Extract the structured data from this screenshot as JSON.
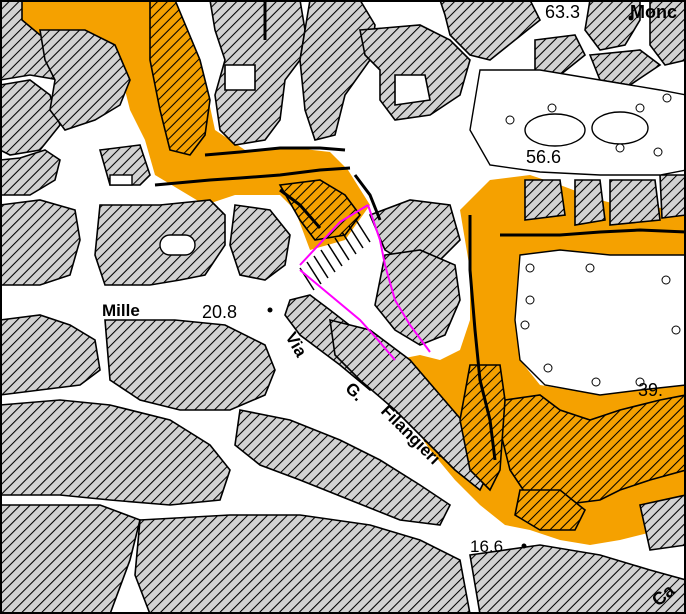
{
  "map": {
    "labels": {
      "mille": "Mille",
      "street_via": "Via",
      "street_g": "G.",
      "street_name": "Filangieri",
      "top_right_word": "Monc",
      "bottom_right_word": "Ca"
    },
    "elevations": {
      "e_63_3": "63.3",
      "e_56_6": "56.6",
      "e_20_8": "20.8",
      "e_39": "39.",
      "e_16_6": "16.6"
    },
    "colors": {
      "background": "#ffffff",
      "building_fill": "#d2d2d2",
      "hatch_line": "#000000",
      "highlight_zone": "#f5a100",
      "route_line": "#ff00ff",
      "outline": "#000000"
    },
    "symbols": {
      "hatch": "diagonal-hatch-pattern",
      "tree": "tree-circle-symbol",
      "elevation_point": "spot-height-dot"
    }
  }
}
